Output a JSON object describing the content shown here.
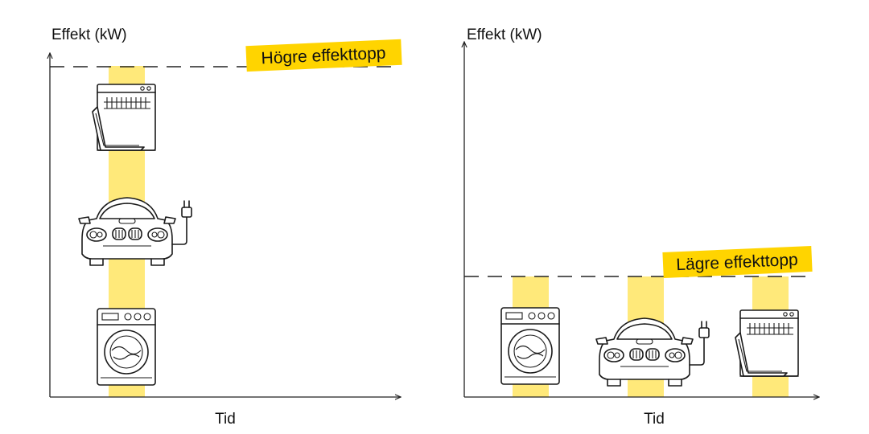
{
  "colors": {
    "highlight": "#FFE97A",
    "badge": "#FFD400",
    "ink": "#111111"
  },
  "left_panel": {
    "y_axis_label": "Effekt (kW)",
    "x_axis_label": "Tid",
    "peak_label": "Högre effekttopp",
    "icons": [
      "dishwasher-icon",
      "electric-car-icon",
      "washing-machine-icon"
    ]
  },
  "right_panel": {
    "y_axis_label": "Effekt (kW)",
    "x_axis_label": "Tid",
    "peak_label": "Lägre effekttopp",
    "icons": [
      "washing-machine-icon",
      "electric-car-icon",
      "dishwasher-icon"
    ]
  }
}
